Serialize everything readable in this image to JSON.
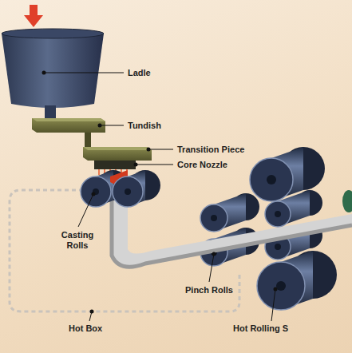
{
  "diagram": {
    "labels": [
      "Ladle",
      "Tundish",
      "Transition Piece",
      "Core Nozzle",
      "Casting Rolls",
      "Pinch Rolls",
      "Hot Box",
      "Hot Rolling S"
    ]
  }
}
